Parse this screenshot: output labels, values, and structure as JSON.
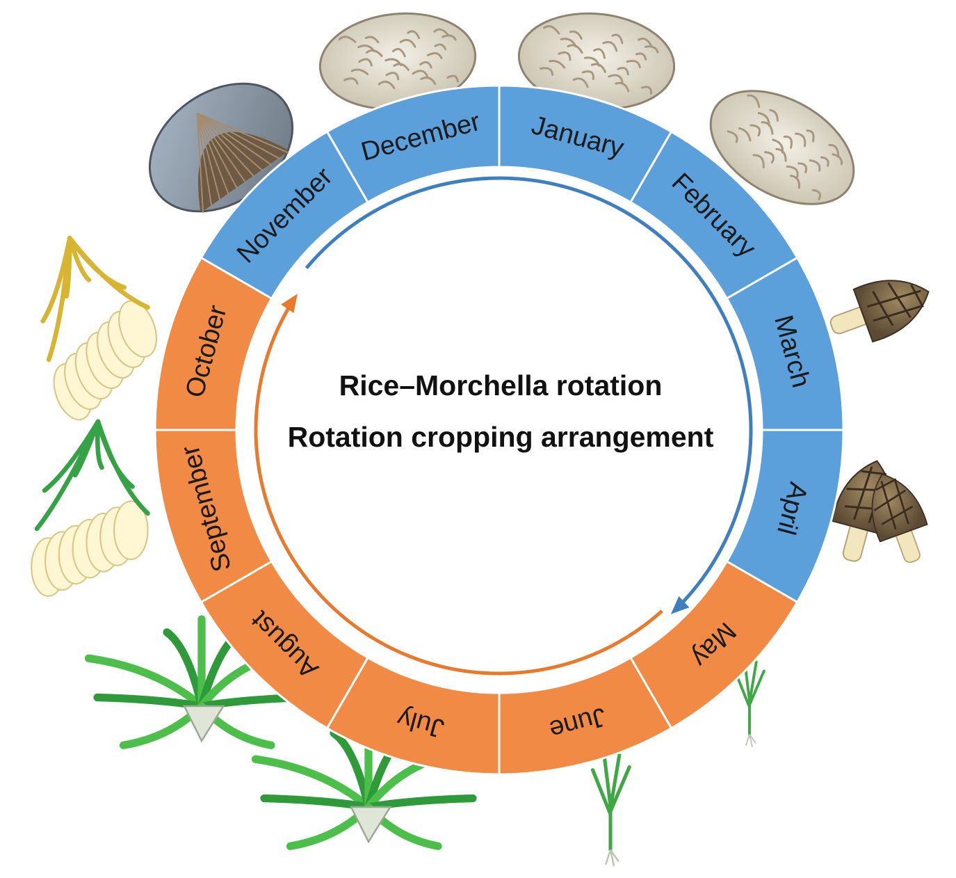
{
  "title": {
    "line1": "Rice–Morchella rotation",
    "line2": "Rotation cropping arrangement"
  },
  "colors": {
    "morchella_season": "#5b9fdb",
    "rice_season": "#f08a45",
    "segment_divider": "#ffffff",
    "morchella_arrow": "#3f7fc0",
    "rice_arrow": "#e87a2e"
  },
  "months": [
    {
      "name": "January",
      "season": "morchella"
    },
    {
      "name": "February",
      "season": "morchella"
    },
    {
      "name": "March",
      "season": "morchella"
    },
    {
      "name": "April",
      "season": "morchella"
    },
    {
      "name": "May",
      "season": "rice"
    },
    {
      "name": "June",
      "season": "rice"
    },
    {
      "name": "July",
      "season": "rice"
    },
    {
      "name": "August",
      "season": "rice"
    },
    {
      "name": "September",
      "season": "rice"
    },
    {
      "name": "October",
      "season": "rice"
    },
    {
      "name": "November",
      "season": "morchella"
    },
    {
      "name": "December",
      "season": "morchella"
    }
  ],
  "illustrations": [
    {
      "month": "November",
      "icon": "covered-field-shelter-icon"
    },
    {
      "month": "December",
      "icon": "mycelium-bed-icon"
    },
    {
      "month": "January",
      "icon": "mycelium-bed-icon"
    },
    {
      "month": "February",
      "icon": "mycelium-bed-icon"
    },
    {
      "month": "March",
      "icon": "morel-mushroom-icon"
    },
    {
      "month": "April",
      "icon": "morel-mushroom-pair-icon"
    },
    {
      "month": "May",
      "icon": "rice-seedling-icon"
    },
    {
      "month": "June",
      "icon": "rice-seedling-icon"
    },
    {
      "month": "July",
      "icon": "rice-plant-icon"
    },
    {
      "month": "August",
      "icon": "rice-plant-icon"
    },
    {
      "month": "September",
      "icon": "flowering-rice-icon"
    },
    {
      "month": "October",
      "icon": "ripe-rice-icon"
    }
  ]
}
